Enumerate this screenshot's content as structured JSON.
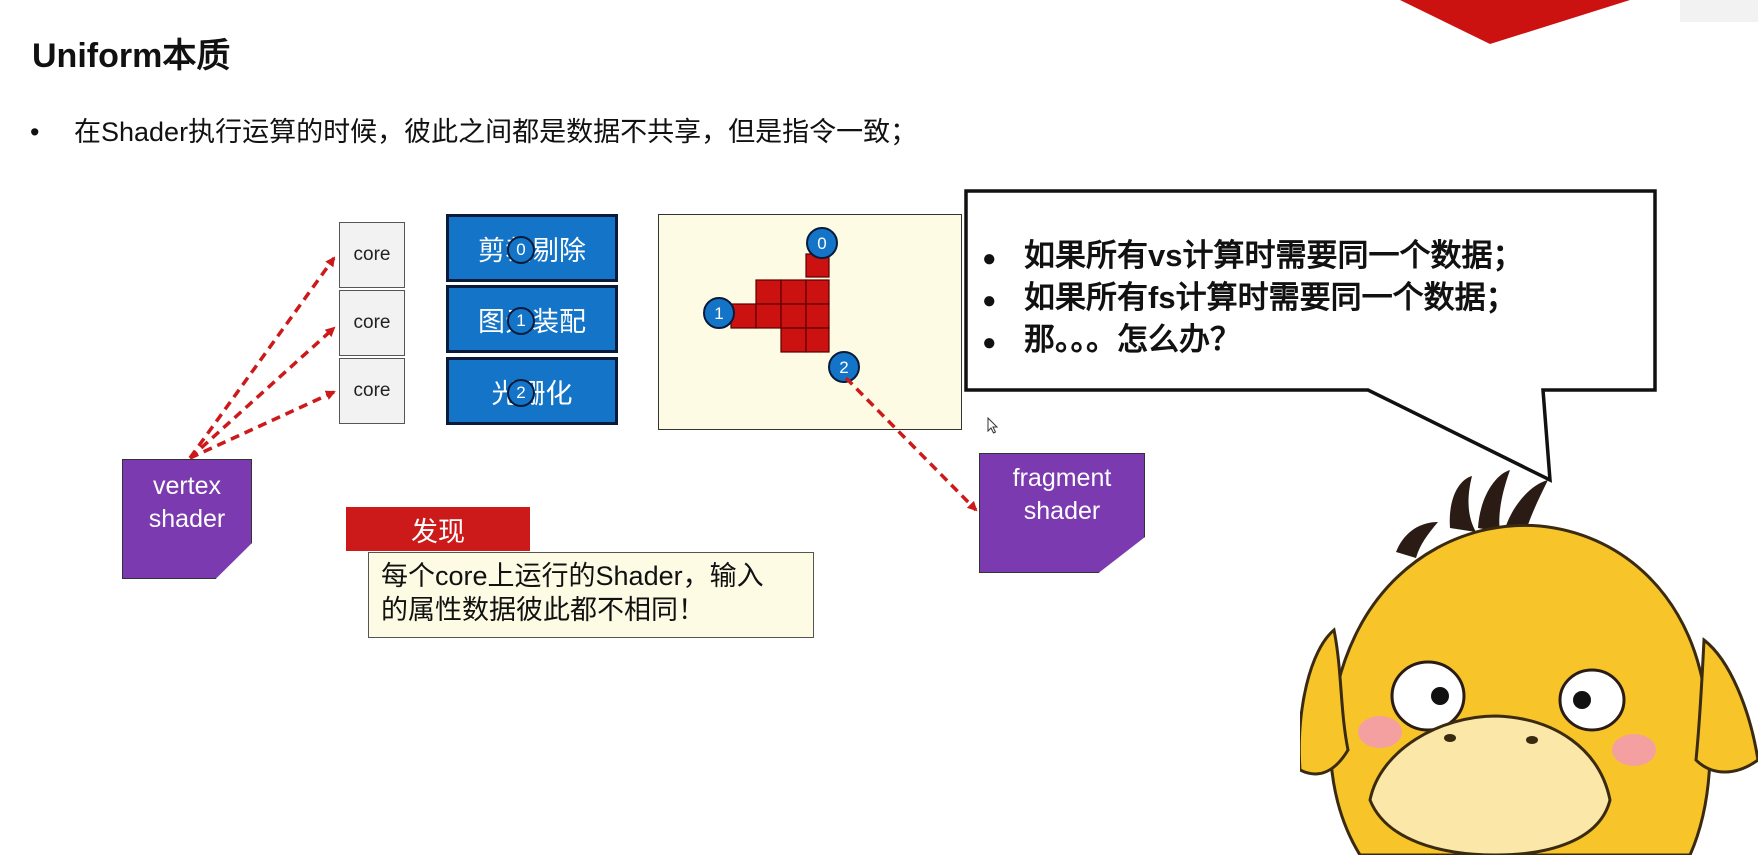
{
  "slide": {
    "title": "Uniform本质",
    "bullet": "在Shader执行运算的时候，彼此之间都是数据不共享，但是指令一致；"
  },
  "diagram": {
    "cores": [
      "core",
      "core",
      "core"
    ],
    "pipeline_stages": [
      {
        "label": "剪裁剔除",
        "num": "0"
      },
      {
        "label": "图元装配",
        "num": "1"
      },
      {
        "label": "光栅化",
        "num": "2"
      }
    ],
    "raster_points": [
      "0",
      "1",
      "2"
    ],
    "vertex_shader_label": [
      "vertex",
      "shader"
    ],
    "fragment_shader_label": [
      "fragment",
      "shader"
    ],
    "discovery": {
      "label": "发现",
      "text_line1": "每个core上运行的Shader，输入",
      "text_line2": "的属性数据彼此都不相同！"
    }
  },
  "speech_bubble": {
    "lines": [
      "如果所有vs计算时需要同一个数据；",
      "如果所有fs计算时需要同一个数据；",
      "那。。。怎么办？"
    ]
  },
  "colors": {
    "pipeline_blue": "#1475c8",
    "note_purple": "#7b3ab0",
    "accent_red": "#cc1a1a",
    "panel_cream": "#fdfbe4",
    "duck_yellow": "#f7c52a"
  },
  "icons": [
    "bullet-dot-icon",
    "cursor-icon",
    "duck-character-icon"
  ]
}
